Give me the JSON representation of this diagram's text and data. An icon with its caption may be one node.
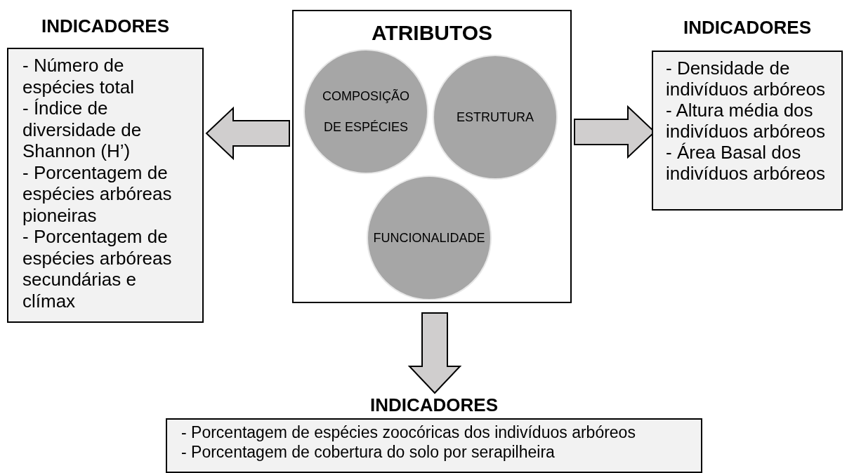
{
  "diagram": {
    "nodes": [
      {
        "text": [
          "ATRIBUTOS"
        ]
      },
      {
        "text": [
          "COMPOSIÇÃO DE ESPÉCIES"
        ],
        "in": 0
      },
      {
        "text": [
          "ESTRUTURA"
        ],
        "in": 0
      },
      {
        "text": [
          "FUNCIONALIDADE"
        ],
        "in": 0
      },
      {
        "text": [
          "INDICADORES",
          "- Número de espécies total",
          "- Índice de diversidade de Shannon (H’)",
          "- Porcentagem de espécies arbóreas pioneiras",
          "- Porcentagem de espécies arbóreas secundárias e clímax"
        ]
      },
      {
        "text": [
          "INDICADORES",
          "- Densidade de indivíduos arbóreos",
          "- Altura média dos indivíduos arbóreos",
          "- Área Basal dos indivíduos arbóreos"
        ]
      },
      {
        "text": [
          "INDICADORES",
          "- Porcentagem de espécies zoocóricas dos indivíduos arbóreos",
          "- Porcentagem de cobertura do solo por serapilheira"
        ]
      }
    ],
    "edges": [
      {
        "from": 0,
        "to": 4,
        "arrow": "to"
      },
      {
        "from": 0,
        "to": 5,
        "arrow": "to"
      },
      {
        "from": 0,
        "to": 6,
        "arrow": "to"
      }
    ]
  }
}
